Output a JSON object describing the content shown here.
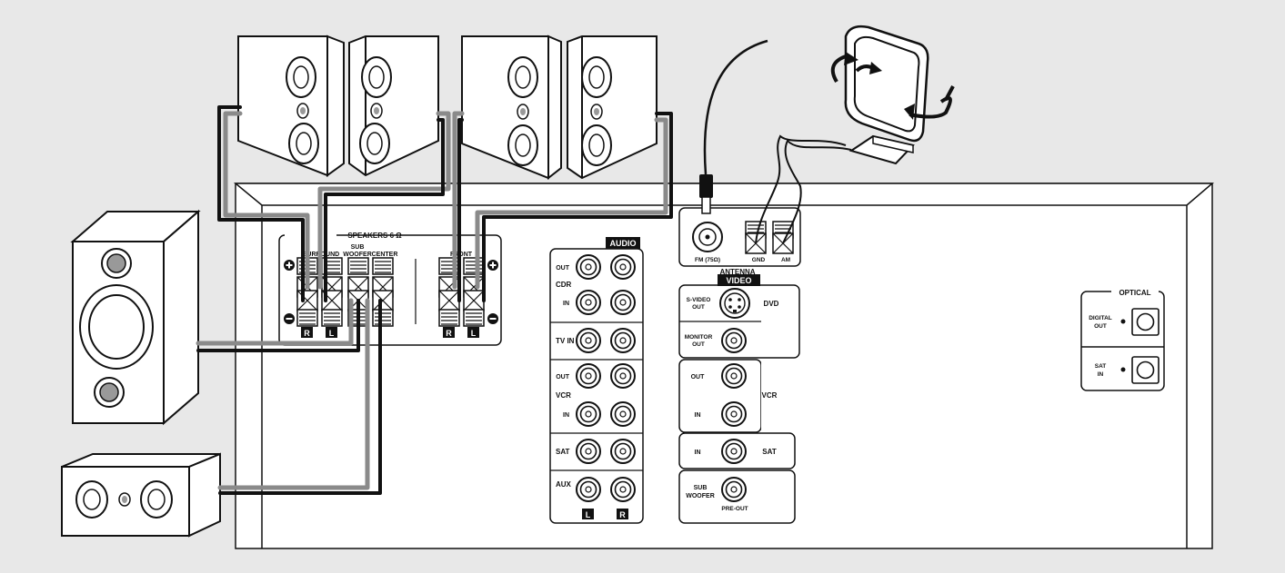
{
  "speakers": {
    "group_label": "SPEAKERS 6 Ω",
    "surround": "SURROUND",
    "subwoofer_l1": "SUB",
    "subwoofer_l2": "WOOFER",
    "center": "CENTER",
    "front": "FRONT",
    "right": "R",
    "left": "L"
  },
  "audio": {
    "header": "AUDIO",
    "out": "OUT",
    "in": "IN",
    "cdr": "CDR",
    "tv_in": "TV IN",
    "vcr": "VCR",
    "sat": "SAT",
    "aux": "AUX",
    "aux_l": "L",
    "aux_r": "R"
  },
  "antenna": {
    "header": "ANTENNA",
    "fm": "FM (75Ω)",
    "gnd": "GND",
    "am": "AM"
  },
  "video": {
    "header": "VIDEO",
    "svideo_l1": "S-VIDEO",
    "svideo_l2": "OUT",
    "dvd": "DVD",
    "monitor_l1": "MONITOR",
    "monitor_l2": "OUT",
    "out": "OUT",
    "in": "IN",
    "vcr": "VCR",
    "sat_in": "IN",
    "sat": "SAT",
    "sub_l1": "SUB",
    "sub_l2": "WOOFER",
    "preout": "PRE-OUT"
  },
  "optical": {
    "header": "OPTICAL",
    "digital_l1": "DIGITAL",
    "digital_l2": "OUT",
    "sat_l1": "SAT",
    "sat_l2": "IN"
  },
  "colors": {
    "background": "#e8e8e8",
    "ink": "#111111",
    "panel": "#ffffff",
    "cable_gray": "#8a8a8a"
  }
}
